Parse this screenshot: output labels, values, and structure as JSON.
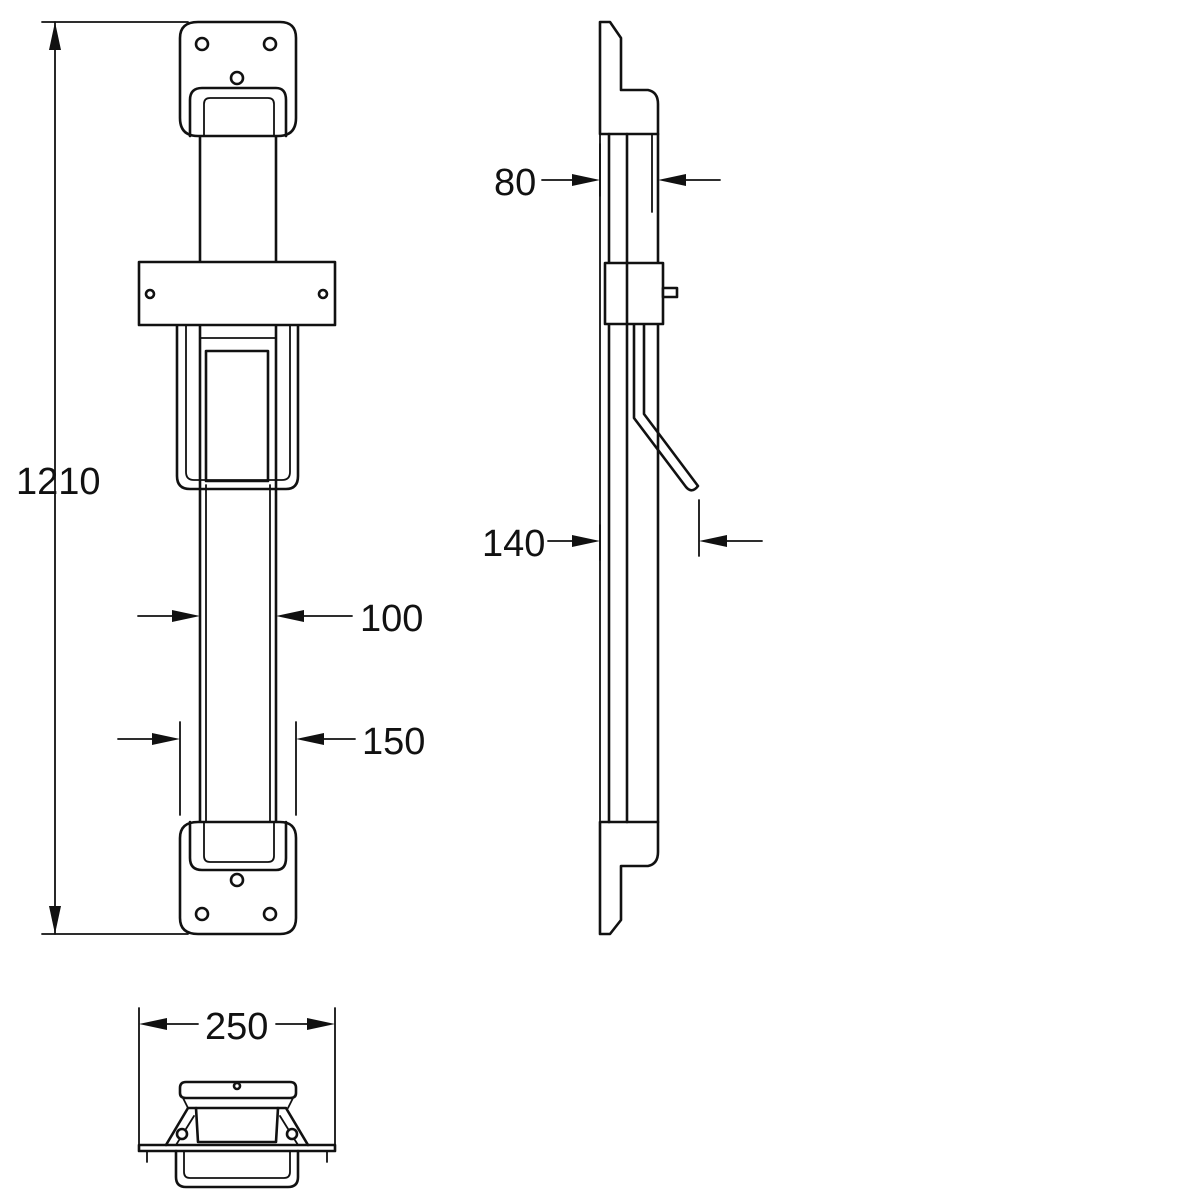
{
  "colors": {
    "line": "#111111",
    "background": "#ffffff"
  },
  "dimensions": {
    "height": "1210",
    "wall_depth": "80",
    "projection": "140",
    "bar_width": "100",
    "grip_width": "150",
    "overall_width": "250"
  }
}
